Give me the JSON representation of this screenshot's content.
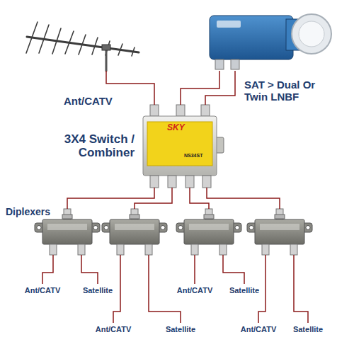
{
  "diagram": {
    "nodes": [
      {
        "text": [
          "Ant/CATV"
        ]
      },
      {
        "text": [
          "SAT > Dual Or Twin LNBF"
        ]
      },
      {
        "text": [
          "SKY",
          "NS34ST"
        ]
      }
    ],
    "edges": [
      {
        "from": 0,
        "to": 2,
        "arrow": "none"
      },
      {
        "from": 1,
        "to": 2,
        "arrow": "none"
      },
      {
        "from": 1,
        "to": 2,
        "arrow": "none"
      }
    ],
    "labels": [
      "3X4 Switch / Combiner",
      "Diplexers",
      "Ant/CATV",
      "Satellite",
      "Ant/CATV",
      "Satellite",
      "Ant/CATV",
      "Satellite",
      "Ant/CATV",
      "Satellite"
    ]
  }
}
